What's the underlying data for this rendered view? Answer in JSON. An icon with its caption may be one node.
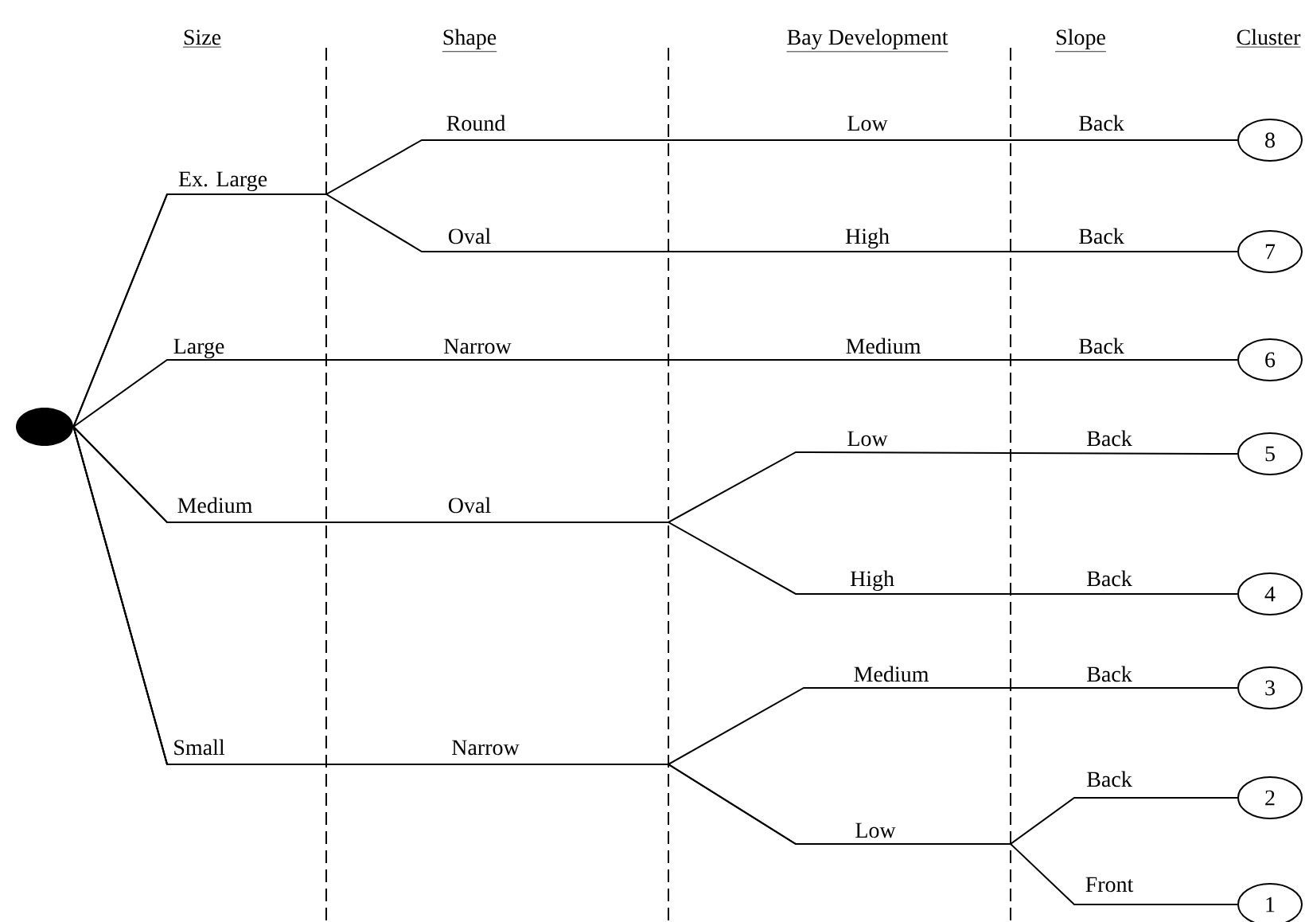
{
  "diagram": {
    "nodes": [
      {
        "text": [],
        "shape": "circle"
      },
      {
        "text": [
          "8"
        ]
      },
      {
        "text": [
          "7"
        ]
      },
      {
        "text": [
          "6"
        ]
      },
      {
        "text": [
          "5"
        ]
      },
      {
        "text": [
          "4"
        ]
      },
      {
        "text": [
          "3"
        ]
      },
      {
        "text": [
          "2"
        ]
      },
      {
        "text": [
          "1"
        ]
      }
    ],
    "edges": [
      {
        "from": 0,
        "to": 1,
        "arrow": "none"
      },
      {
        "from": 0,
        "to": 2,
        "arrow": "none"
      },
      {
        "from": 0,
        "to": 3,
        "arrow": "none"
      },
      {
        "from": 0,
        "to": 4,
        "arrow": "none"
      },
      {
        "from": 0,
        "to": 5,
        "arrow": "none"
      },
      {
        "from": 0,
        "to": 6,
        "arrow": "none"
      },
      {
        "from": 0,
        "to": 7,
        "arrow": "none"
      },
      {
        "from": 0,
        "to": 8,
        "arrow": "none"
      }
    ],
    "labels": [
      "Size",
      "Shape",
      "Bay Development",
      "Slope",
      "Cluster",
      "Round",
      "Low",
      "Back",
      "Ex. Large",
      "Oval",
      "High",
      "Back",
      "Large",
      "Narrow",
      "Medium",
      "Back",
      "Low",
      "Back",
      "Medium",
      "Oval",
      "High",
      "Back",
      "Medium",
      "Back",
      "Small",
      "Narrow",
      "Back",
      "Low",
      "Front"
    ]
  }
}
